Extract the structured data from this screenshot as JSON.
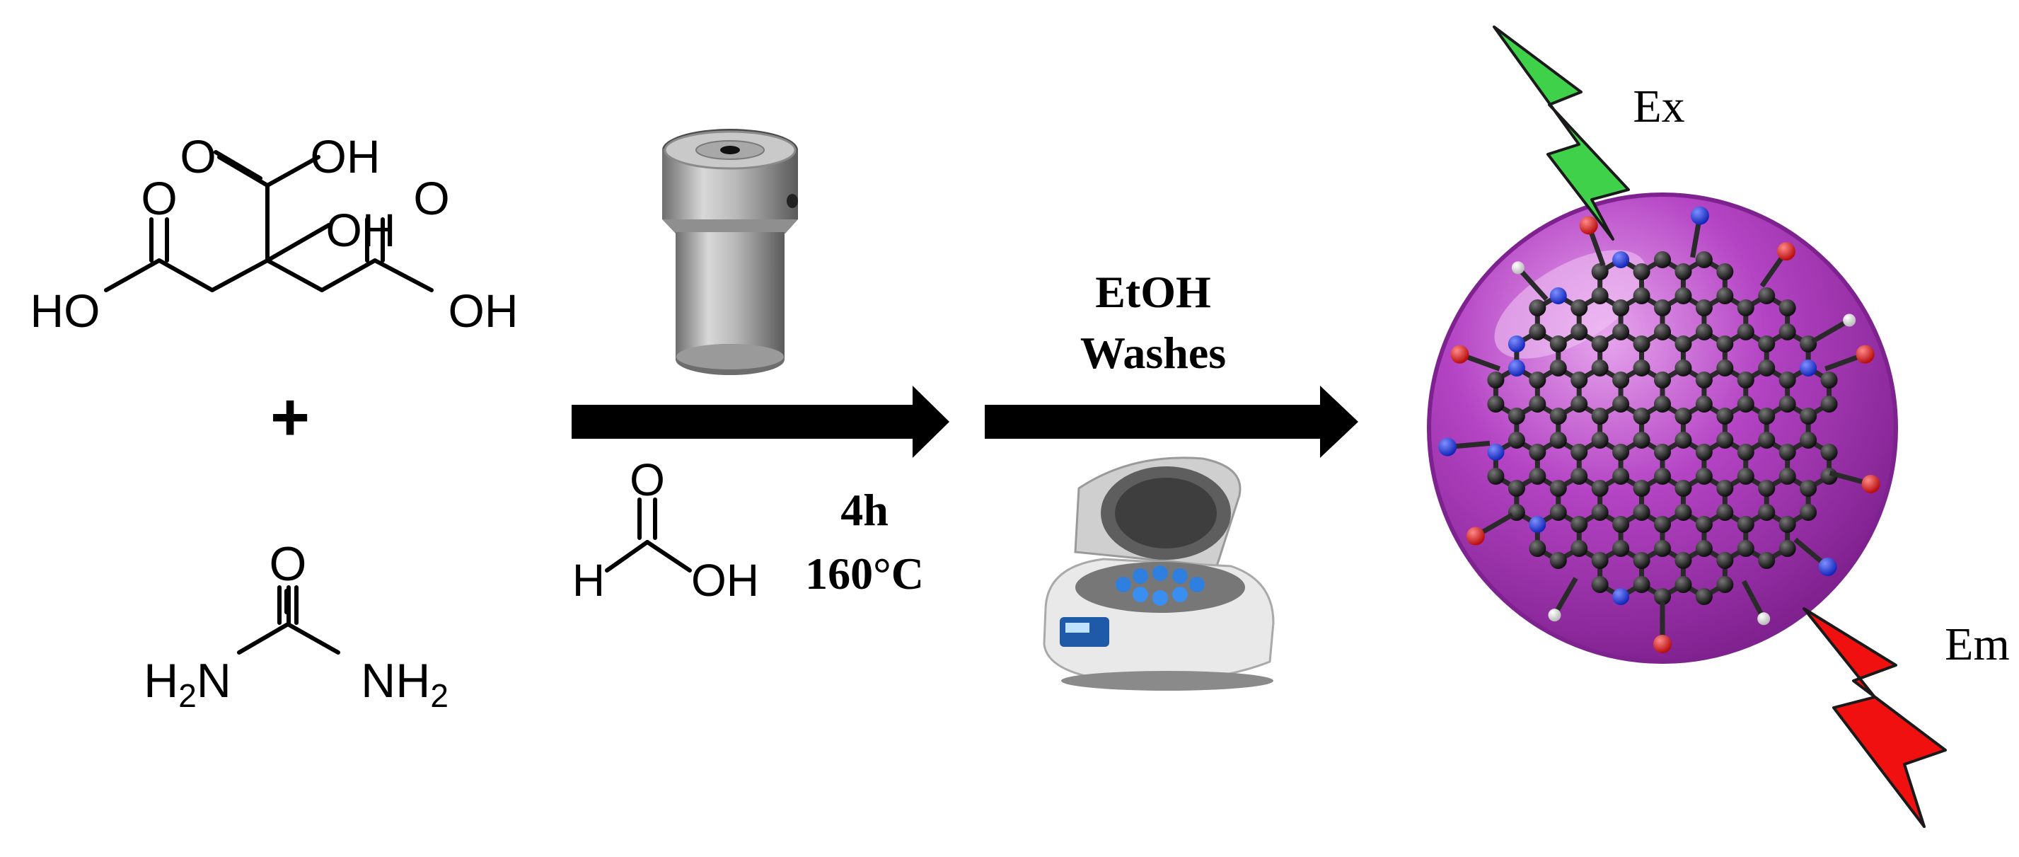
{
  "reactants": {
    "citric_acid": {
      "labels": [
        "O",
        "OH",
        "O",
        "OH",
        "O",
        "HO",
        "OH"
      ]
    },
    "plus": "+",
    "urea": {
      "o": "O",
      "left_amine": "H",
      "left_sub": "2",
      "left_n": "N",
      "right_n": "NH",
      "right_sub": "2"
    }
  },
  "step1": {
    "formic_acid": {
      "o": "O",
      "h": "H",
      "oh": "OH"
    },
    "time": "4h",
    "temperature": "160°C"
  },
  "step2": {
    "line1": "EtOH",
    "line2": "Washes"
  },
  "product": {
    "excitation_label": "Ex",
    "emission_label": "Em",
    "colors": {
      "sphere": "#b03fc0",
      "carbon": "#1a1a1a",
      "nitrogen": "#1d3ad6",
      "oxygen": "#e01515",
      "hydrogen": "#f2f2f2",
      "excitation": "#3fd14a",
      "emission": "#f01010"
    }
  }
}
